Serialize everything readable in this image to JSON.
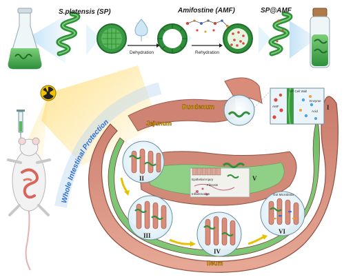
{
  "top_row": {
    "sp_label": "S.platensis (SP)",
    "amf_label": "Amifostine (AMF)",
    "spamf_label": "SP@AMF",
    "dehydration_label": "Dehydration",
    "rehydration_label": "Rehydration"
  },
  "arc_label": "Whole Intestinal Protection",
  "organs": {
    "duodenum": "Duodenum",
    "jejunum": "Jejunum",
    "ileum": "Ileum"
  },
  "roman": {
    "i": "I",
    "ii": "II",
    "iii": "III",
    "iv": "IV",
    "v": "V",
    "vi": "VI"
  },
  "panel_i": {
    "cell_wall": "SP Cell Wall",
    "amf": "AMF",
    "enzyme": "Enzyme",
    "acid": "Acid"
  },
  "panel_v": {
    "epithelial_injury": "Epithelial Injury",
    "fibrosis": "Fibrosis",
    "inflammation": "Inflammation"
  },
  "panel_vi": {
    "gut_microbiota": "Gut Microbiota"
  },
  "colors": {
    "spirulina_green": "#2f8f3a",
    "intestine_pink": "#d98c7a",
    "arc_blue": "#2e6fd0",
    "organ_label_yellow": "#f0c000"
  }
}
